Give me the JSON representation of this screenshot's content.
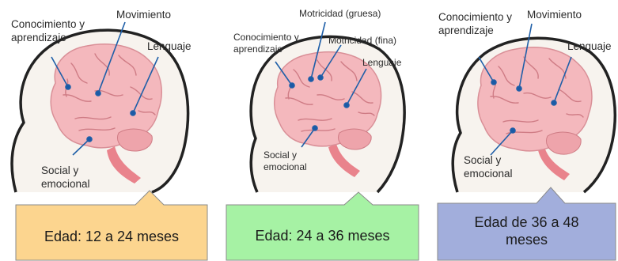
{
  "panels": [
    {
      "labels": {
        "knowledge": "Conocimiento y aprendizaje",
        "movement": "Movimiento",
        "language": "Lenguaje",
        "social": "Social y emocional"
      },
      "age": "Edad: 12 a 24 meses",
      "box_color": "#fcd58f"
    },
    {
      "labels": {
        "gross_motor": "Motricidad (gruesa)",
        "knowledge": "Conocimiento y aprendizaje",
        "fine_motor": "Motricidad (fina)",
        "language": "Lenguaje",
        "social": "Social y emocional"
      },
      "age": "Edad: 24 a 36 meses",
      "box_color": "#a6f2a4"
    },
    {
      "labels": {
        "knowledge": "Conocimiento y aprendizaje",
        "movement": "Movimiento",
        "language": "Lenguaje",
        "social": "Social y emocional"
      },
      "age": "Edad de 36 a 48 meses",
      "box_color": "#a2aedc"
    }
  ],
  "colors": {
    "brain": "#f4b8bd",
    "brain_fold": "#cf7c85",
    "stem": "#e9838c",
    "head_outline": "#222222",
    "pointer": "#1f5fa8",
    "pointer_dot": "#1a5aa6",
    "box_border": "#8a8a8a"
  }
}
